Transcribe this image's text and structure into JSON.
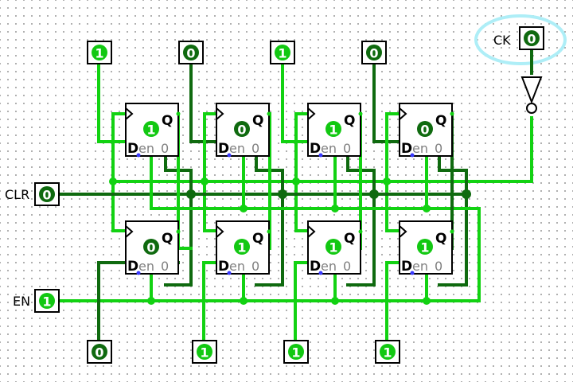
{
  "inputs": {
    "ck": {
      "label": "CK",
      "value": "0"
    },
    "clr": {
      "label": "CLR",
      "value": "0"
    },
    "en": {
      "label": "EN",
      "value": "1"
    }
  },
  "top_inputs": [
    "1",
    "0",
    "1",
    "0"
  ],
  "bottom_outputs": [
    "0",
    "1",
    "1",
    "1"
  ],
  "flipflops": {
    "q_label": "Q",
    "d_label": "D",
    "en_label": "en",
    "zero_label": "0",
    "row1": [
      "1",
      "0",
      "1",
      "0"
    ],
    "row2": [
      "0",
      "1",
      "1",
      "1"
    ]
  },
  "colors": {
    "wire_on": "#12d212",
    "wire_off": "#0f6a0f",
    "highlight": "#aeeef7"
  }
}
